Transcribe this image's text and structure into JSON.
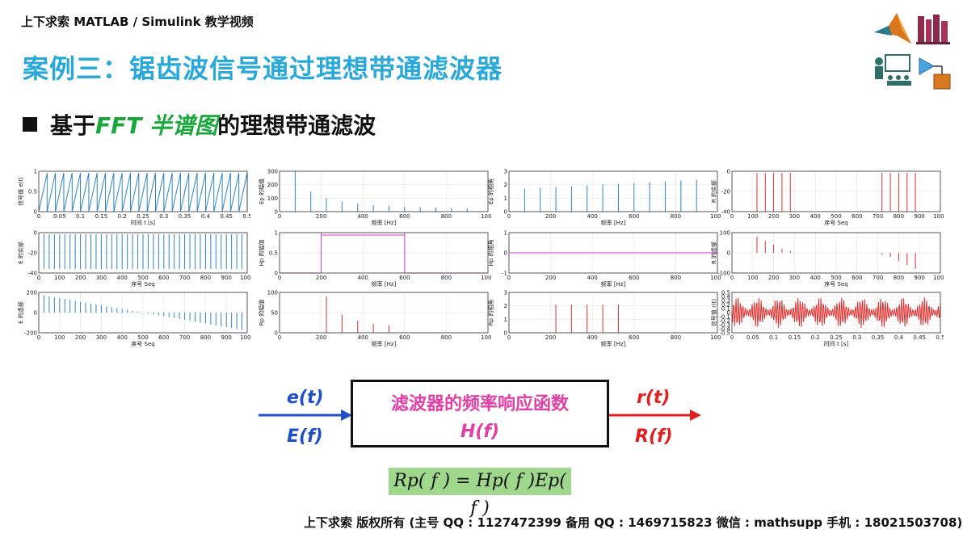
{
  "header": {
    "course": "上下求索 MATLAB / Simulink 教学视频"
  },
  "slide": {
    "title": "案例三：锯齿波信号通过理想带通滤波器",
    "bullet_prefix": "基于 ",
    "bullet_highlight": "FFT 半谱图",
    "bullet_suffix": "的理想带通滤波"
  },
  "panels": [
    {
      "ylabel": "信号值 e(t)",
      "xlabel": "时间 t [s]",
      "xticks": [
        "0",
        "0.05",
        "0.1",
        "0.15",
        "0.2",
        "0.25",
        "0.3",
        "0.35",
        "0.4",
        "0.45",
        "0.5"
      ],
      "yticks": [
        "1",
        "0.5",
        "0"
      ],
      "color": "#2e86c1"
    },
    {
      "ylabel": "E 的实部",
      "xlabel": "序号 Seq",
      "xticks": [
        "0",
        "100",
        "200",
        "300",
        "400",
        "500",
        "600",
        "700",
        "800",
        "900",
        "1000"
      ],
      "yticks": [
        "0",
        "-20",
        "-40"
      ],
      "color": "#2e86c1"
    },
    {
      "ylabel": "E 的虚部",
      "xlabel": "序号 Seq",
      "xticks": [
        "0",
        "100",
        "200",
        "300",
        "400",
        "500",
        "600",
        "700",
        "800",
        "900",
        "1000"
      ],
      "yticks": [
        "200",
        "0",
        "-200"
      ],
      "color": "#2e86c1"
    },
    {
      "ylabel": "Ep 的幅值",
      "xlabel": "频率 [Hz]",
      "xticks": [
        "0",
        "200",
        "400",
        "600",
        "800",
        "1000"
      ],
      "yticks": [
        "300",
        "200",
        "100",
        "0"
      ],
      "color": "#2e86c1"
    },
    {
      "ylabel": "Hp 的幅值",
      "xlabel": "频率 [Hz]",
      "xticks": [
        "0",
        "200",
        "400",
        "600",
        "800",
        "1000"
      ],
      "yticks": [
        "1",
        "0.5",
        "0"
      ],
      "color": "#d13fd1"
    },
    {
      "ylabel": "Rp 的幅值",
      "xlabel": "频率 [Hz]",
      "xticks": [
        "0",
        "200",
        "400",
        "600",
        "800",
        "1000"
      ],
      "yticks": [
        "100",
        "50",
        "0"
      ],
      "color": "#e03030"
    },
    {
      "ylabel": "Ep 的相角",
      "xlabel": "频率 [Hz]",
      "xticks": [
        "0",
        "200",
        "400",
        "600",
        "800",
        "1000"
      ],
      "yticks": [
        "3",
        "2",
        "1",
        "0"
      ],
      "color": "#2e86c1"
    },
    {
      "ylabel": "Hp 的相角",
      "xlabel": "频率 [Hz]",
      "xticks": [
        "0",
        "200",
        "400",
        "600",
        "800",
        "1000"
      ],
      "yticks": [
        "1",
        "0",
        "-1"
      ],
      "color": "#d13fd1"
    },
    {
      "ylabel": "Rp 的相角",
      "xlabel": "频率 [Hz]",
      "xticks": [
        "0",
        "200",
        "400",
        "600",
        "800",
        "1000"
      ],
      "yticks": [
        "3",
        "2",
        "1",
        "0"
      ],
      "color": "#e03030"
    },
    {
      "ylabel": "R 的实部",
      "xlabel": "序号 Seq",
      "xticks": [
        "0",
        "100",
        "200",
        "300",
        "400",
        "500",
        "600",
        "700",
        "800",
        "900",
        "1000"
      ],
      "yticks": [
        "0",
        "-20",
        "-40"
      ],
      "color": "#e03030"
    },
    {
      "ylabel": "R 的虚部",
      "xlabel": "序号 Seq",
      "xticks": [
        "0",
        "100",
        "200",
        "300",
        "400",
        "500",
        "600",
        "700",
        "800",
        "900",
        "1000"
      ],
      "yticks": [
        "100",
        "0",
        "-100"
      ],
      "color": "#e03030"
    },
    {
      "ylabel": "信号值 r(t)",
      "xlabel": "时间 t [s]",
      "xticks": [
        "0",
        "0.05",
        "0.1",
        "0.15",
        "0.2",
        "0.25",
        "0.3",
        "0.35",
        "0.4",
        "0.45",
        "0.5"
      ],
      "yticks": [
        "0.5",
        "0.4",
        "0.3",
        "0.2",
        "0.1",
        "0",
        "-0.1",
        "-0.2",
        "-0.3",
        "-0.4",
        "-0.5"
      ],
      "color": "#e03030"
    }
  ],
  "diagram": {
    "input_time": "e(t)",
    "input_freq": "E(f)",
    "box_title": "滤波器的频率响应函数",
    "box_h": "H(f)",
    "output_time": "r(t)",
    "output_freq": "R(f)",
    "formula": "Rp( f ) = Hp( f )Ep( f )",
    "colors": {
      "input": "#1f4fc8",
      "output": "#e02020",
      "box_text": "#e23fa6",
      "formula_bg": "#9fd88c"
    }
  },
  "footer": {
    "text": "上下求索  版权所有  (主号 QQ : 1127472399   备用 QQ : 1469715823   微信 : mathsupp   手机 : 18021503708)"
  },
  "icons": [
    "matlab-logo-icon",
    "library-books-icon",
    "teacher-classroom-icon",
    "simulink-block-icon"
  ]
}
